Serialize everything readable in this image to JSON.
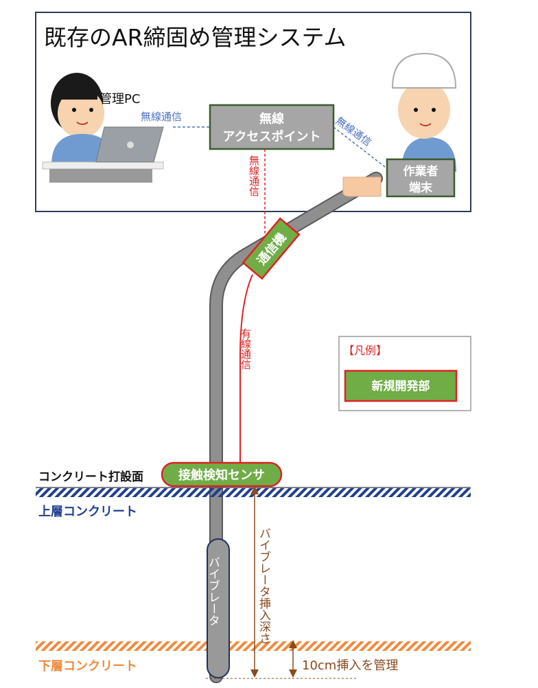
{
  "title": "既存のAR締固め管理システム",
  "pc_label": "管理PC",
  "links": {
    "pc_to_ap": "無線通信",
    "ap_to_terminal": "無線通信",
    "ap_to_device": "無線通信",
    "device_to_sensor": "有線通信"
  },
  "access_point": {
    "line1": "無線",
    "line2": "アクセスポイント"
  },
  "worker_terminal": {
    "line1": "作業者",
    "line2": "端末"
  },
  "comm_device": "通信機",
  "legend": {
    "title": "【凡例】",
    "new_dev": "新規開発部"
  },
  "sensor": "接触検知センサ",
  "surface_label": "コンクリート打設面",
  "upper_layer": "上層コンクリート",
  "lower_layer": "下層コンクリート",
  "vibrator": "バイブレータ",
  "depth_label": "バイブレータ挿入深さ",
  "insert_label": "10cm挿入を管理",
  "colors": {
    "new_dev_fill": "#70ad47",
    "new_dev_border": "#e02020",
    "existing_fill": "#a6a6a6",
    "existing_border": "#3b5b2e",
    "wireless_blue": "#4a6fc0",
    "upper_blue": "#1f3f8f",
    "lower_orange": "#f08a3c",
    "depth_brown": "#8b4a1e"
  }
}
